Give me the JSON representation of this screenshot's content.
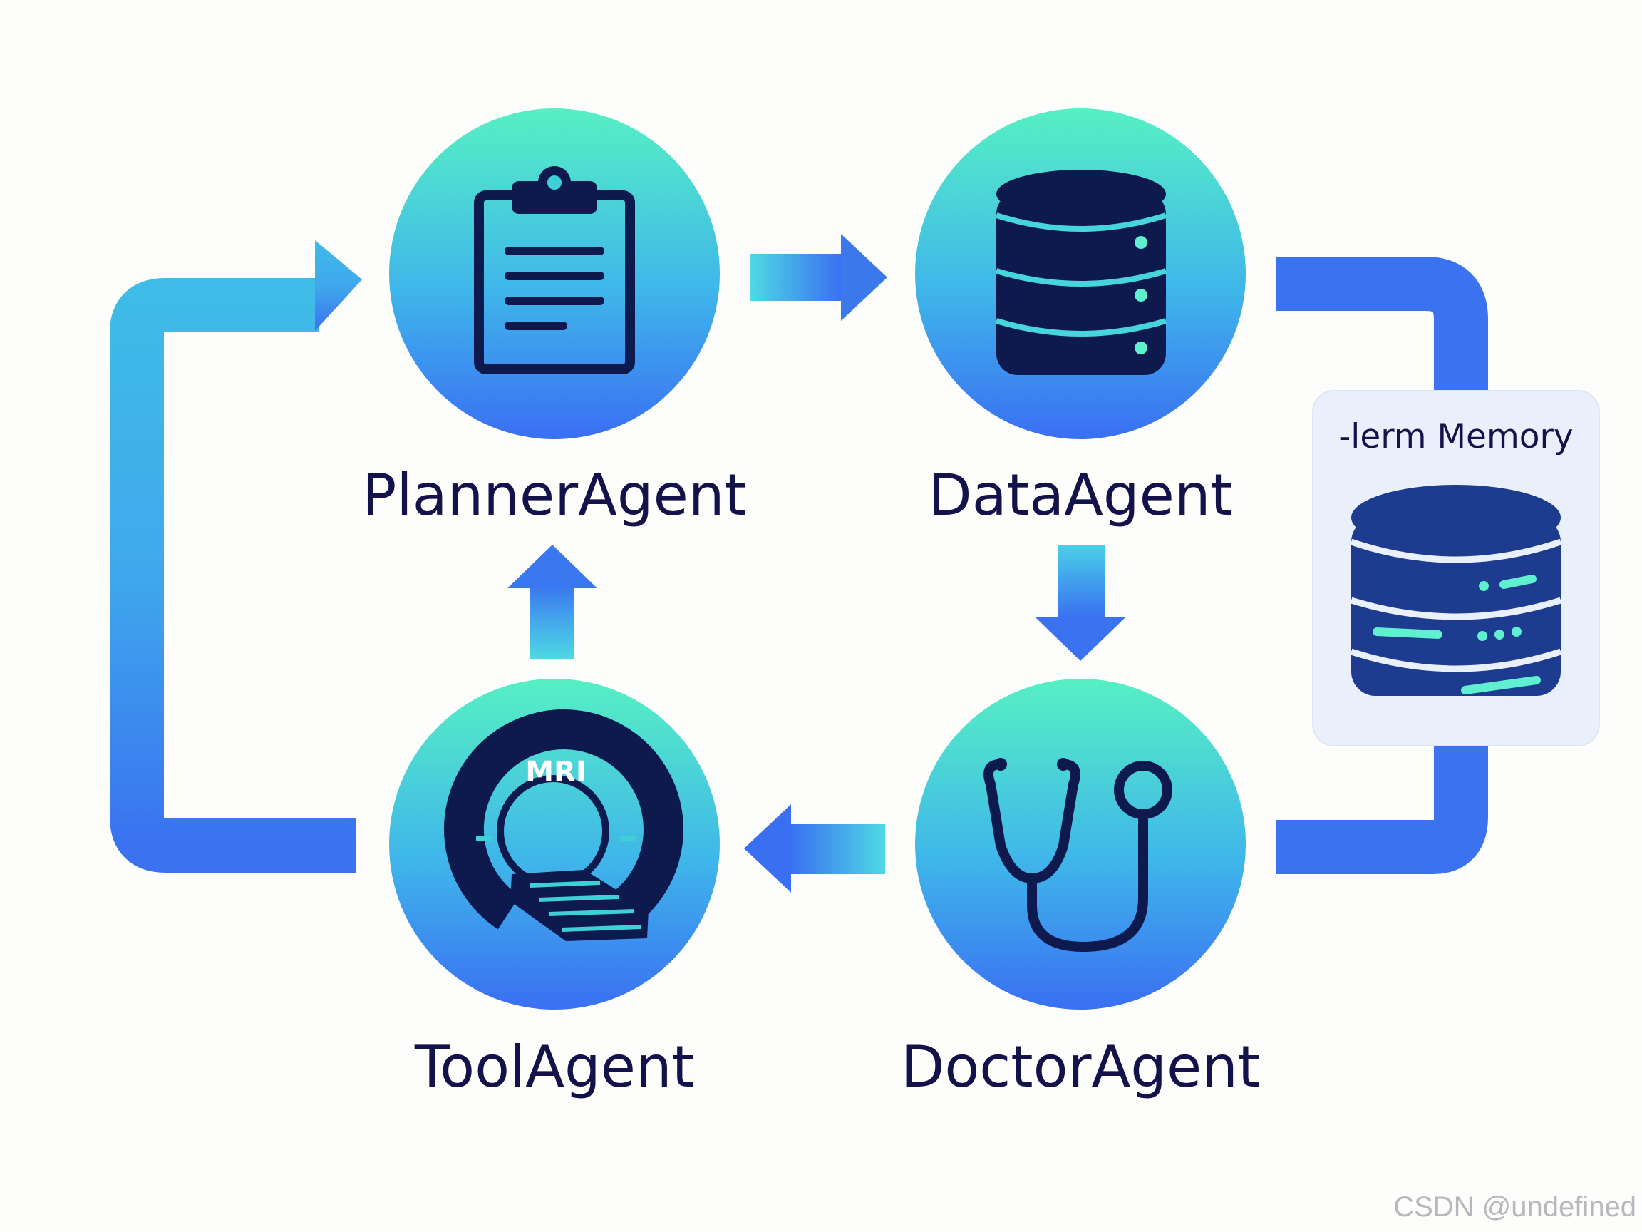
{
  "nodes": {
    "planner": {
      "label": "PlannerAgent",
      "icon": "clipboard-icon"
    },
    "data": {
      "label": "DataAgent",
      "icon": "database-icon"
    },
    "tool": {
      "label": "ToolAgent",
      "icon": "mri-scanner-icon",
      "icon_text": "MRI"
    },
    "doctor": {
      "label": "DoctorAgent",
      "icon": "stethoscope-icon"
    }
  },
  "memory": {
    "title": "-lerm Memory",
    "icon": "database-icon"
  },
  "watermark": "CSDN @undefined",
  "colors": {
    "gradient_start": "#52eec2",
    "gradient_end": "#3a6ff2",
    "arrow_blue": "#3a78ec",
    "icon_navy": "#0e1a4d",
    "text_navy": "#14124a",
    "memory_bg": "#eaf0fb",
    "memory_db": "#1d3b8f",
    "accent_teal": "#5ff0cf"
  }
}
